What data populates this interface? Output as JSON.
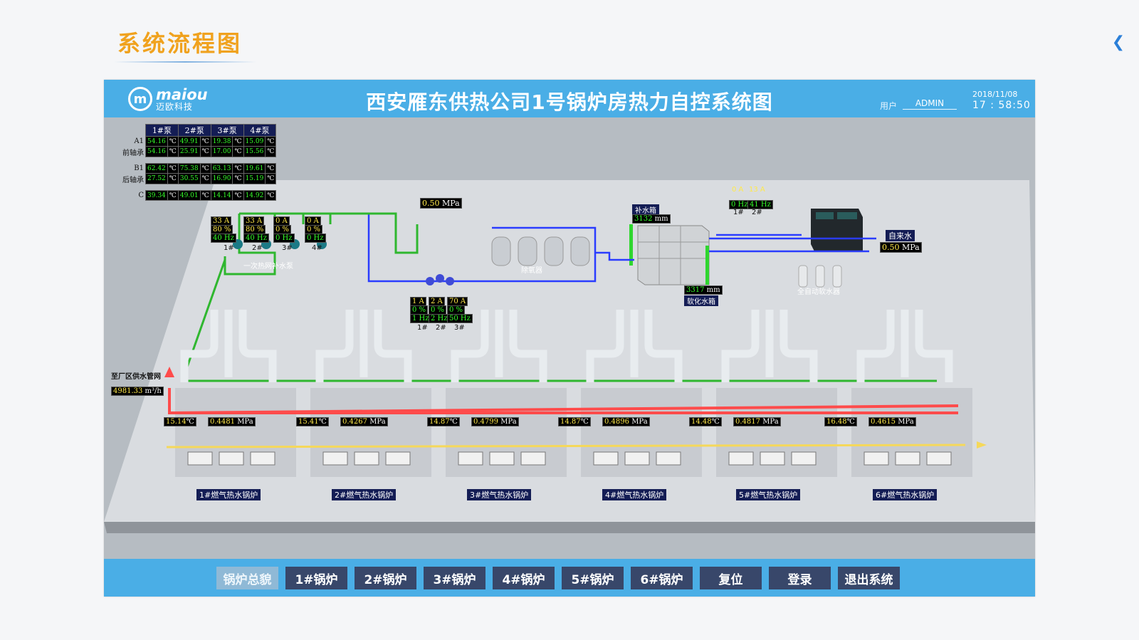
{
  "page_title": "系统流程图",
  "header": {
    "logo_en": "maiou",
    "logo_cn": "迈欧科技",
    "title": "西安雁东供热公司1号锅炉房热力自控系统图",
    "user_label": "用户",
    "user_name": "ADMIN",
    "date": "2018/11/08",
    "time": "17 : 58:50"
  },
  "bearing_table": {
    "pumps": [
      "1#泵",
      "2#泵",
      "3#泵",
      "4#泵"
    ],
    "unit": "℃",
    "rows": [
      {
        "label": "A1",
        "values": [
          "54.16",
          "49.91",
          "19.38",
          "15.09"
        ]
      },
      {
        "label": "前轴承",
        "values": [
          "54.16",
          "25.91",
          "17.00",
          "15.56"
        ]
      },
      {
        "label": "B1",
        "values": [
          "62.42",
          "75.38",
          "63.13",
          "19.61"
        ]
      },
      {
        "label": "后轴承",
        "values": [
          "27.52",
          "30.55",
          "16.90",
          "15.19"
        ]
      },
      {
        "label": "C",
        "values": [
          "39.34",
          "49.01",
          "14.14",
          "14.92"
        ]
      }
    ]
  },
  "primary_pumps": {
    "label": "一次热网补水泵",
    "numbers": [
      "1#",
      "2#",
      "3#",
      "4#"
    ],
    "current": [
      "33 A",
      "33 A",
      "0 A",
      "0 A"
    ],
    "percent": [
      "80 %",
      "80 %",
      "0 %",
      "0 %"
    ],
    "freq": [
      "40 Hz",
      "40 Hz",
      "0 Hz",
      "0 Hz"
    ]
  },
  "makeup_pressure": {
    "value": "0.50",
    "unit": "MPa"
  },
  "deaerator_label": "除氧器",
  "deaerator_pumps": {
    "numbers": [
      "1#",
      "2#",
      "3#"
    ],
    "current": [
      "1 A",
      "2 A",
      "70 A"
    ],
    "percent": [
      "0 %",
      "0 %",
      "0 %"
    ],
    "freq": [
      "1 Hz",
      "2 Hz",
      "50 Hz"
    ]
  },
  "makeup_tank": {
    "label": "补水箱",
    "value": "3132",
    "unit": "mm"
  },
  "softened_tank": {
    "label": "软化水箱",
    "value": "3317",
    "unit": "mm"
  },
  "softener_pumps": {
    "current": [
      "0 A",
      "13 A"
    ],
    "freq": [
      "0 Hz",
      "41 Hz"
    ],
    "numbers": [
      "1#",
      "2#"
    ]
  },
  "tap_water": {
    "label": "自来水",
    "value": "0.50",
    "unit": "MPa"
  },
  "softener_label": "全自动软水器",
  "supply_main": {
    "label": "至厂区供水管网",
    "value": "4981.33",
    "unit": "m³/h"
  },
  "boilers": [
    {
      "name": "1#燃气热水锅炉",
      "temp": "15.14",
      "pressure": "0.4481"
    },
    {
      "name": "2#燃气热水锅炉",
      "temp": "15.41",
      "pressure": "0.4267"
    },
    {
      "name": "3#燃气热水锅炉",
      "temp": "14.87",
      "pressure": "0.4799"
    },
    {
      "name": "4#燃气热水锅炉",
      "temp": "14.87",
      "pressure": "0.4896"
    },
    {
      "name": "5#燃气热水锅炉",
      "temp": "14.48",
      "pressure": "0.4817"
    },
    {
      "name": "6#燃气热水锅炉",
      "temp": "16.48",
      "pressure": "0.4615"
    }
  ],
  "units": {
    "temp": "℃",
    "pressure": "MPa"
  },
  "nav": [
    "锅炉总貌",
    "1#锅炉",
    "2#锅炉",
    "3#锅炉",
    "4#锅炉",
    "5#锅炉",
    "6#锅炉",
    "复位",
    "登录",
    "退出系统"
  ],
  "colors": {
    "header": "#4aaee6",
    "title": "#f0a21e",
    "nav_button": "#38476a",
    "supply_pipe": "#ff4b4b",
    "return_pipe": "#2fb72f",
    "gas_pipe": "#f5d85a",
    "makeup_pipe": "#2a3cff"
  }
}
